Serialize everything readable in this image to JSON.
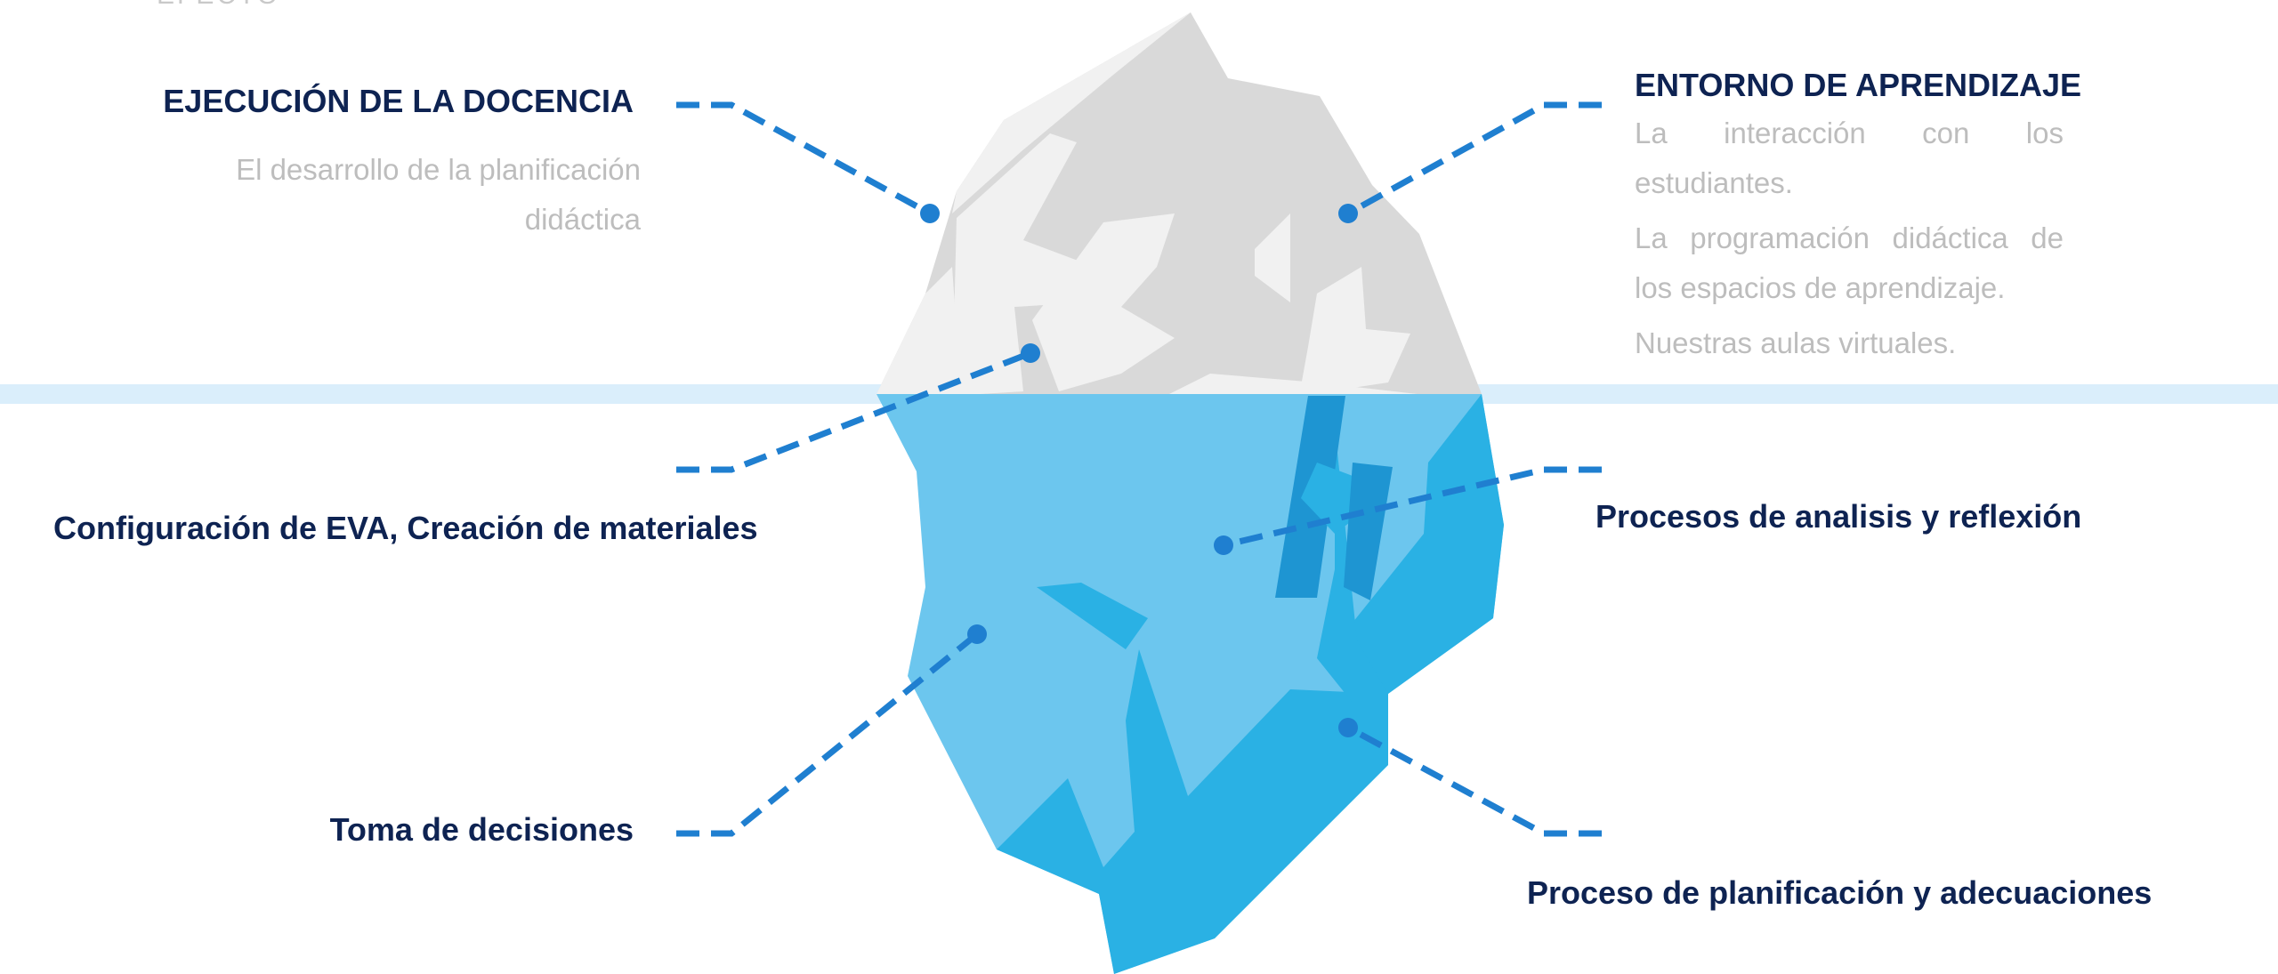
{
  "header_fragment": "EFECTO",
  "colors": {
    "label": "#0e2352",
    "description": "#bdbdbd",
    "connector": "#1f7fd0",
    "water_line": "#daeefb",
    "ice_light": "#f1f1f1",
    "ice_grey": "#d9d9d9",
    "water_light": "#6cc6ee",
    "water_dark": "#2ab1e4"
  },
  "above_water": {
    "ejecucion": {
      "title": "EJECUCIÓN DE LA DOCENCIA",
      "description": [
        "El desarrollo de la planificación",
        "didáctica"
      ]
    },
    "entorno": {
      "title": "ENTORNO DE APRENDIZAJE",
      "items": [
        "La interacción con los estudiantes.",
        "La programación didáctica de los espacios de aprendizaje.",
        "Nuestras aulas virtuales."
      ]
    }
  },
  "below_water": {
    "configuracion": "Configuración de EVA, Creación de materiales",
    "procesos_analisis": "Procesos de analisis y reflexión",
    "toma_decisiones": "Toma de decisiones",
    "proceso_planificacion": "Proceso de planificación y adecuaciones"
  }
}
